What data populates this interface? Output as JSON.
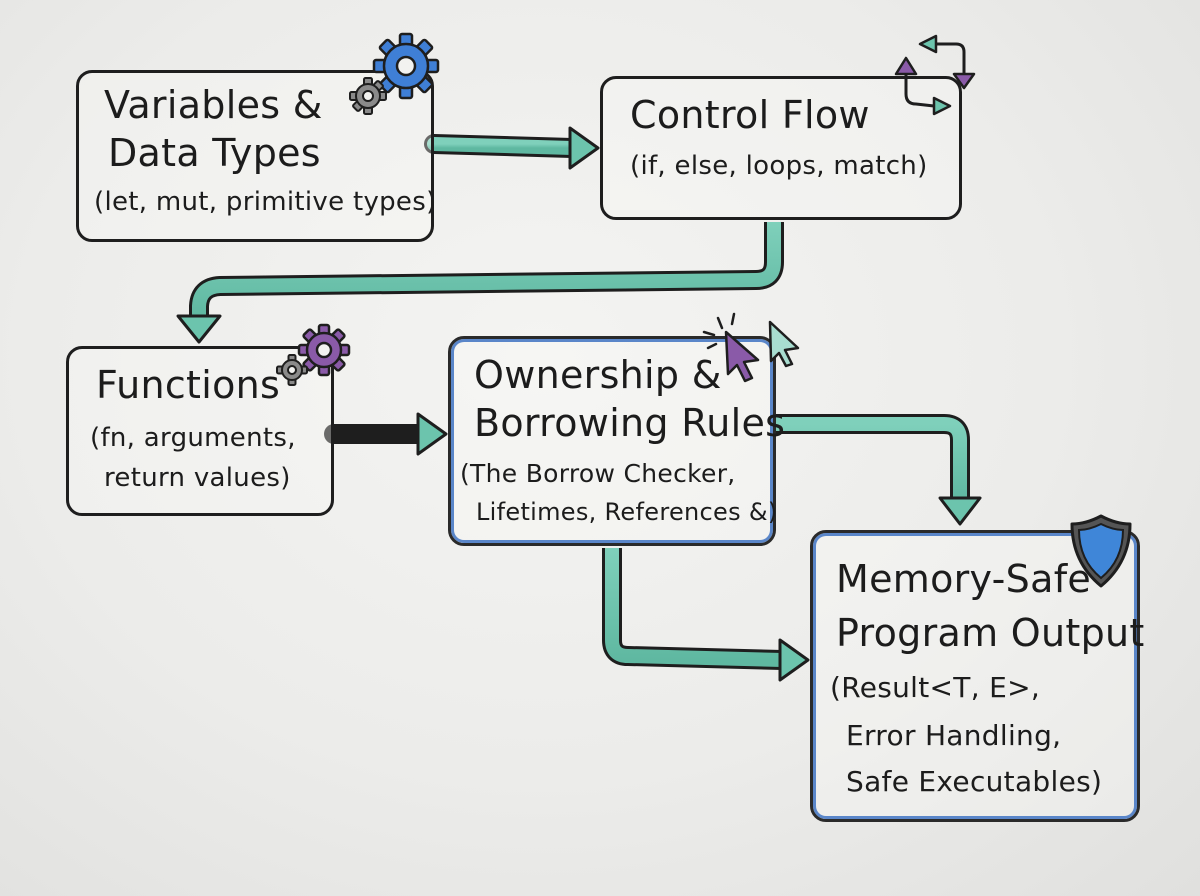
{
  "nodes": {
    "variables": {
      "title_line1": "Variables &",
      "title_line2": "Data Types",
      "detail": "(let, mut, primitive types)"
    },
    "control_flow": {
      "title": "Control Flow",
      "detail": "(if, else, loops, match)"
    },
    "functions": {
      "title": "Functions",
      "detail_line1": "(fn, arguments,",
      "detail_line2": "return values)"
    },
    "ownership": {
      "title_line1": "Ownership &",
      "title_line2": "Borrowing Rules",
      "detail_line1": "(The Borrow Checker,",
      "detail_line2": "Lifetimes, References &)"
    },
    "output": {
      "title_line1": "Memory-Safe",
      "title_line2": "Program Output",
      "detail_line1": "(Result<T, E>,",
      "detail_line2": "Error Handling,",
      "detail_line3": "Safe Executables)"
    }
  },
  "icons": [
    "gears-icon",
    "cycle-arrows-icon",
    "gears-icon",
    "cursor-click-icon",
    "shield-icon"
  ],
  "colors": {
    "ink": "#1e1e1e",
    "arrow_teal": "#6cc4ad",
    "gear_blue": "#3f7fd6",
    "gear_purple": "#8a5aa8",
    "gear_gray": "#8a8a8a",
    "box_blue": "#5a86c9",
    "shield_blue": "#3f86d8"
  }
}
